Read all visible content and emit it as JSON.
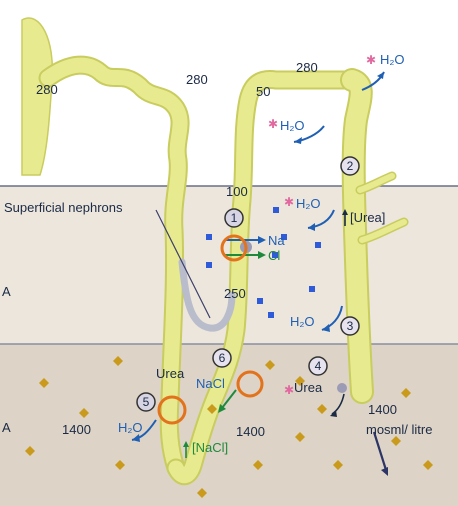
{
  "labels": {
    "osm_280_left": "280",
    "osm_280_mid": "280",
    "osm_280_right": "280",
    "osm_50": "50",
    "osm_100": "100",
    "osm_250": "250",
    "osm_1400_left": "1400",
    "osm_1400_center": "1400",
    "osm_1400_right": "1400",
    "units": "mosml/ litre",
    "superficial": "Superficial nephrons",
    "zone_a_top": "A",
    "zone_a_bottom": "A",
    "na": "Na",
    "cl": "Cl",
    "urea_up": "[Urea]",
    "urea_4": "Urea",
    "urea_6": "Urea",
    "nacl_6": "NaCl",
    "nacl_bottom": "[NaCl]"
  },
  "water_labels": [
    "H₂O",
    "H₂O",
    "H₂O",
    "H₂O",
    "H₂O"
  ],
  "steps": [
    "1",
    "2",
    "3",
    "4",
    "5",
    "6"
  ],
  "colors": {
    "tubule": "#e8ea8f",
    "tubule_stroke": "#c9cc5e",
    "cortex_bg": "#ffffff",
    "outer_medulla_bg": "#ece6dd",
    "inner_medulla_bg": "#ddd3c6",
    "water_blue": "#1f5fb4",
    "salt_green": "#1e8a3c",
    "orange_circle": "#e2731c",
    "square_blue": "#2f5bd9",
    "diamond_gold": "#c99a1b",
    "star_pink": "#e06aa0",
    "vasa_grey": "#b9bccb"
  }
}
